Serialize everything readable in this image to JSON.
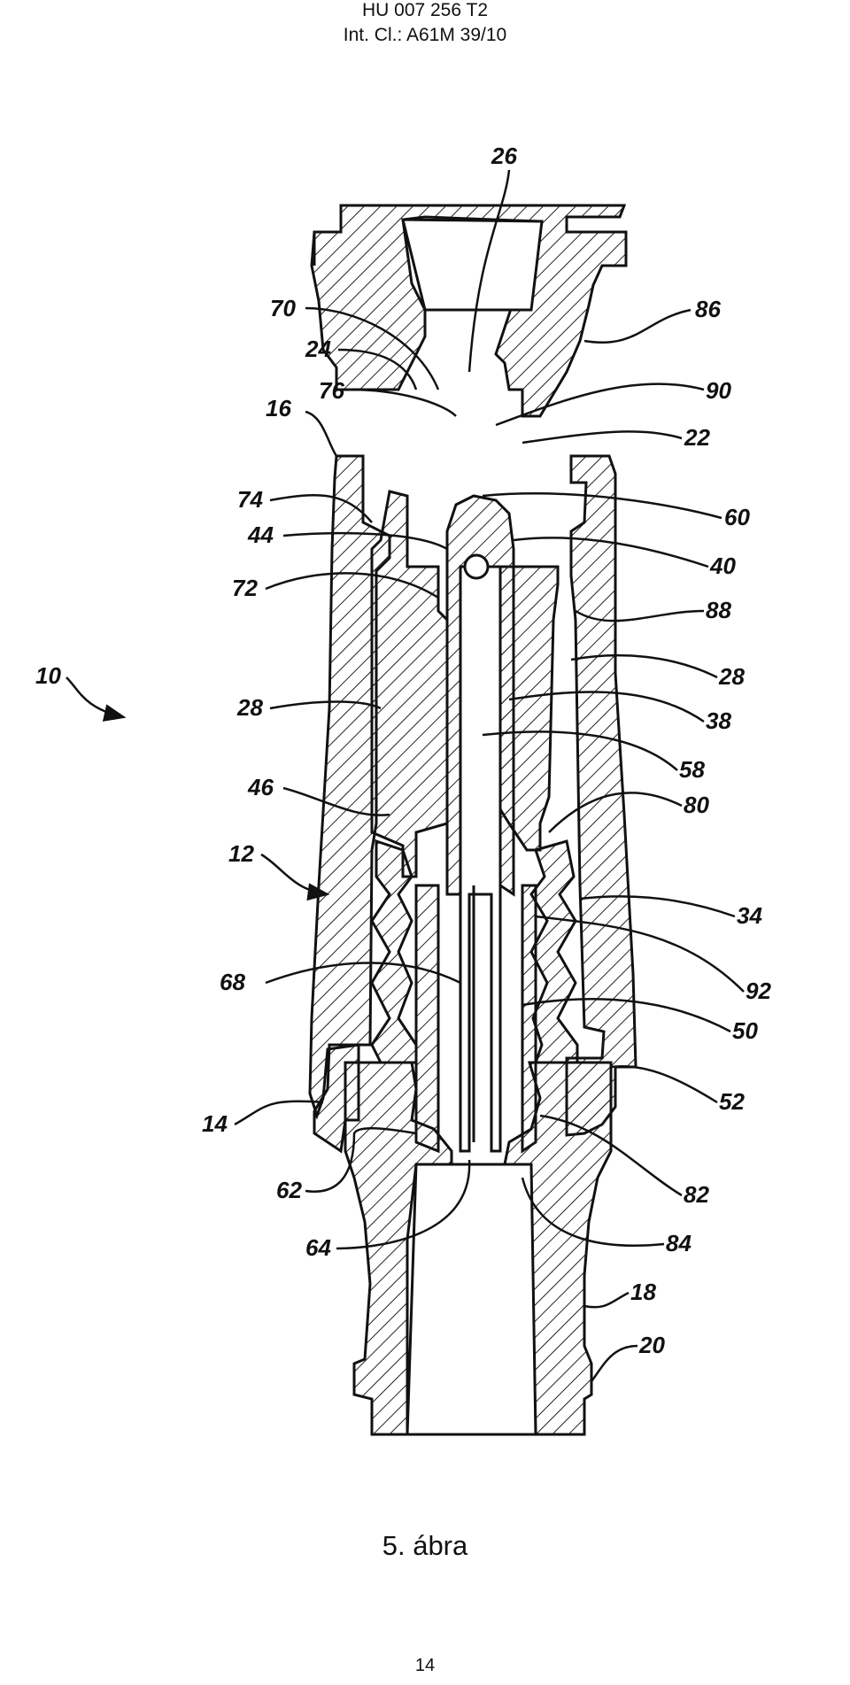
{
  "header": {
    "doc_number": "HU 007 256 T2",
    "classification": "Int. Cl.: A61M 39/10"
  },
  "figure": {
    "caption": "5. ábra",
    "labels": {
      "l26": "26",
      "l70": "70",
      "l86": "86",
      "l24": "24",
      "l76": "76",
      "l90": "90",
      "l16": "16",
      "l22": "22",
      "l74": "74",
      "l60": "60",
      "l44": "44",
      "l40": "40",
      "l72": "72",
      "l88": "88",
      "l10": "10",
      "l28a": "28",
      "l28b": "28",
      "l38": "38",
      "l58": "58",
      "l46": "46",
      "l80": "80",
      "l12": "12",
      "l34": "34",
      "l68": "68",
      "l92": "92",
      "l50": "50",
      "l52": "52",
      "l14": "14",
      "l82": "82",
      "l62": "62",
      "l64": "64",
      "l84": "84",
      "l18": "18",
      "l20": "20"
    }
  },
  "page_number": "14"
}
